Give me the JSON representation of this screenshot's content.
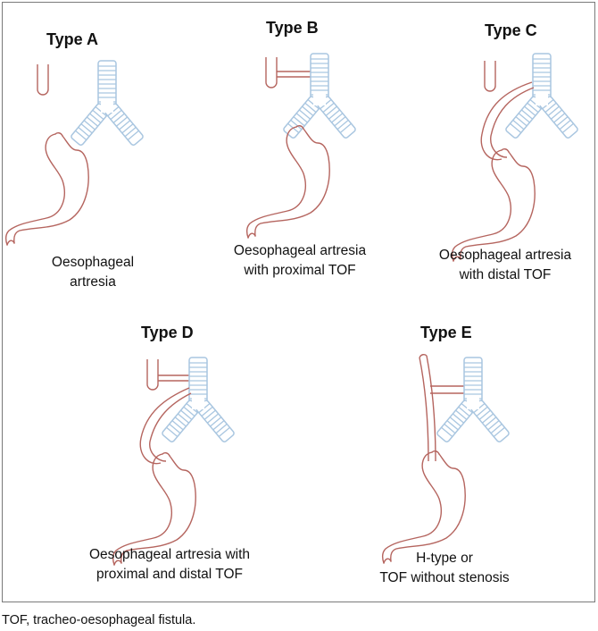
{
  "panels": [
    {
      "title": "Type A",
      "caption": [
        "Oesophageal",
        "artresia"
      ]
    },
    {
      "title": "Type B",
      "caption": [
        "Oesophageal artresia",
        "with proximal TOF"
      ]
    },
    {
      "title": "Type C",
      "caption": [
        "Oesophageal artresia",
        "with distal TOF"
      ]
    },
    {
      "title": "Type D",
      "caption": [
        "Oesophageal artresia with",
        "proximal and distal TOF"
      ]
    },
    {
      "title": "Type E",
      "caption": [
        "H-type or",
        "TOF without stenosis"
      ]
    }
  ],
  "footnote": "TOF, tracheo-oesophageal fistula.",
  "colors": {
    "oesophagus": "#b5655f",
    "trachea": "#a9c6e0",
    "border": "#7a7a7a",
    "text": "#111111"
  }
}
